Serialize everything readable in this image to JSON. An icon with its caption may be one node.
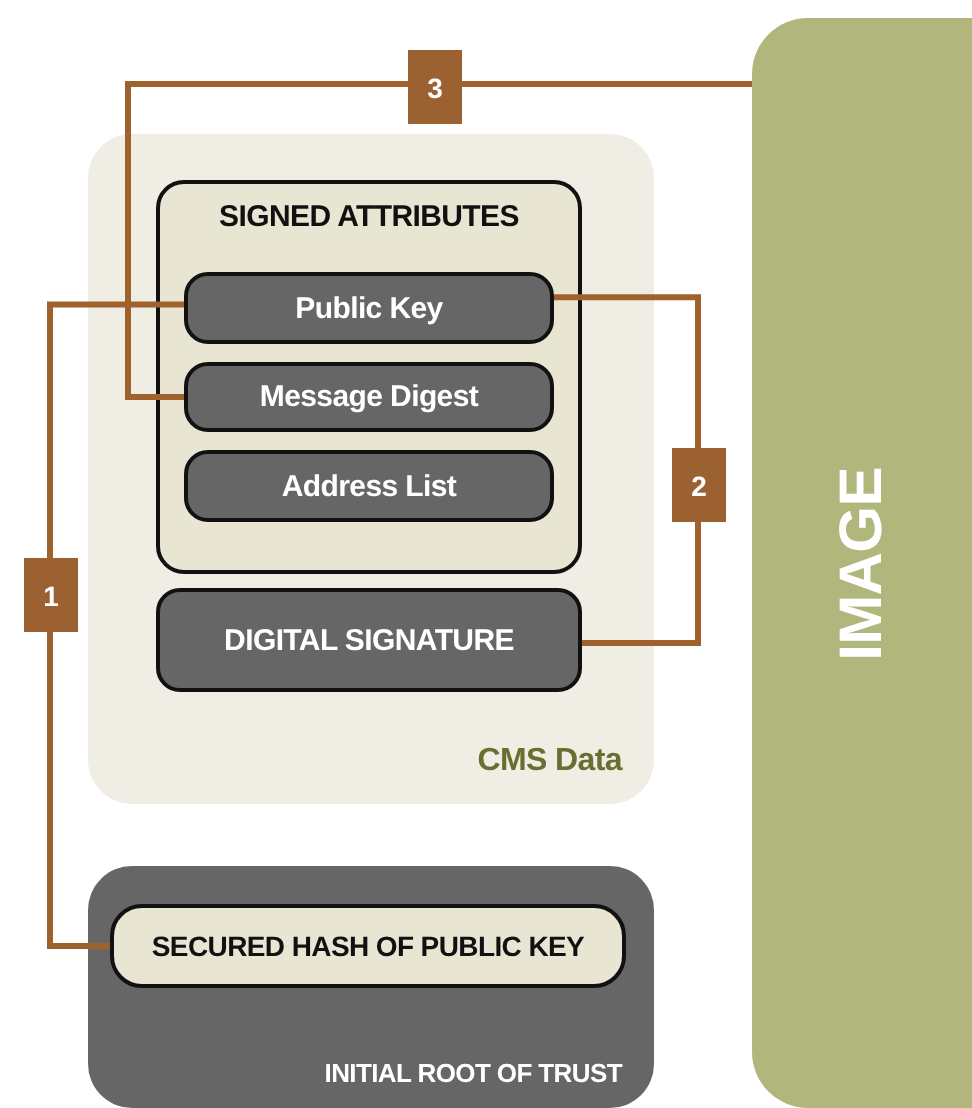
{
  "diagram": {
    "nodes": [
      {
        "text": [
          "CMS Data"
        ]
      },
      {
        "text": [
          "SIGNED ATTRIBUTES"
        ],
        "in": 0
      },
      {
        "text": [
          "Public Key"
        ],
        "in": 1
      },
      {
        "text": [
          "Message Digest"
        ],
        "in": 1
      },
      {
        "text": [
          "Address List"
        ],
        "in": 1
      },
      {
        "text": [
          "DIGITAL SIGNATURE"
        ],
        "in": 0
      },
      {
        "text": [
          "INITIAL ROOT OF TRUST"
        ]
      },
      {
        "text": [
          "SECURED HASH OF PUBLIC KEY"
        ],
        "in": 6
      },
      {
        "text": [
          "IMAGE"
        ]
      }
    ],
    "edges": [
      {
        "from": 7,
        "to": 2,
        "arrow": "none",
        "label": "1"
      },
      {
        "from": 2,
        "to": 5,
        "arrow": "none",
        "label": "2"
      },
      {
        "from": 8,
        "to": 3,
        "arrow": "none",
        "label": "3"
      }
    ]
  }
}
